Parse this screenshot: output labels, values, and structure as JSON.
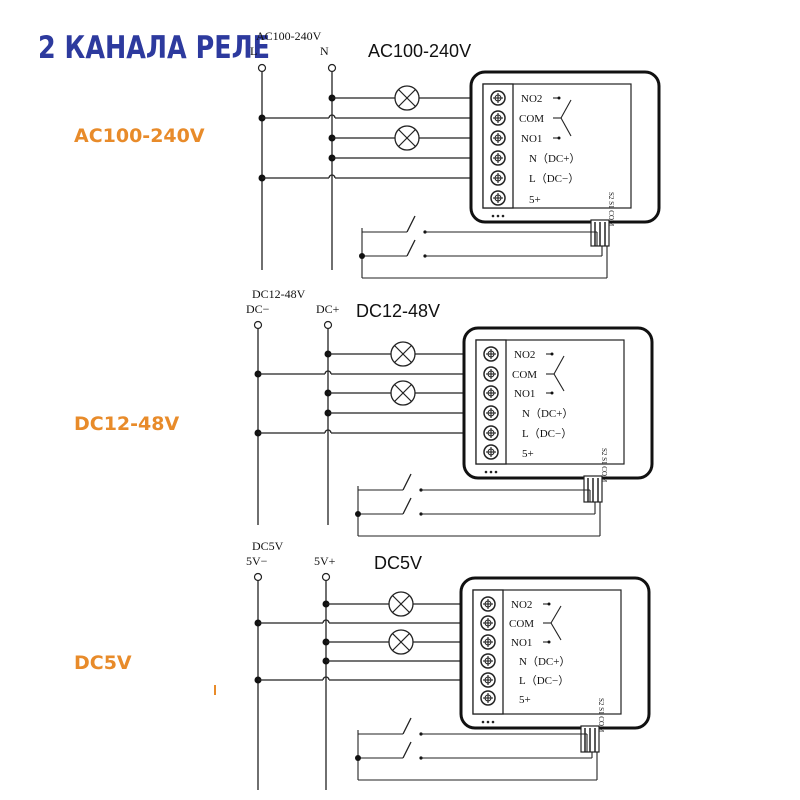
{
  "title": "2 КАНАЛА РЕЛЕ",
  "side_labels": {
    "ac": "AC100-240V",
    "dc12": "DC12-48V",
    "dc5": "DC5V"
  },
  "sections": [
    {
      "supply_label": "AC100-240V",
      "heading": "AC100-240V",
      "left_terminal": "L",
      "right_terminal": "N",
      "module": {
        "terminals": [
          "NO2",
          "COM",
          "NO1",
          "N（DC+）",
          "L（DC−）",
          "5+"
        ],
        "side_pins": "S2 S1 COM"
      }
    },
    {
      "supply_label": "DC12-48V",
      "heading": "DC12-48V",
      "left_terminal": "DC−",
      "right_terminal": "DC+",
      "module": {
        "terminals": [
          "NO2",
          "COM",
          "NO1",
          "N（DC+）",
          "L（DC−）",
          "5+"
        ],
        "side_pins": "S2 S1 COM"
      }
    },
    {
      "supply_label": "DC5V",
      "heading": "DC5V",
      "left_terminal": "5V−",
      "right_terminal": "5V+",
      "module": {
        "terminals": [
          "NO2",
          "COM",
          "NO1",
          "N（DC+）",
          "L（DC−）",
          "5+"
        ],
        "side_pins": "S2 S1 COM"
      }
    }
  ]
}
